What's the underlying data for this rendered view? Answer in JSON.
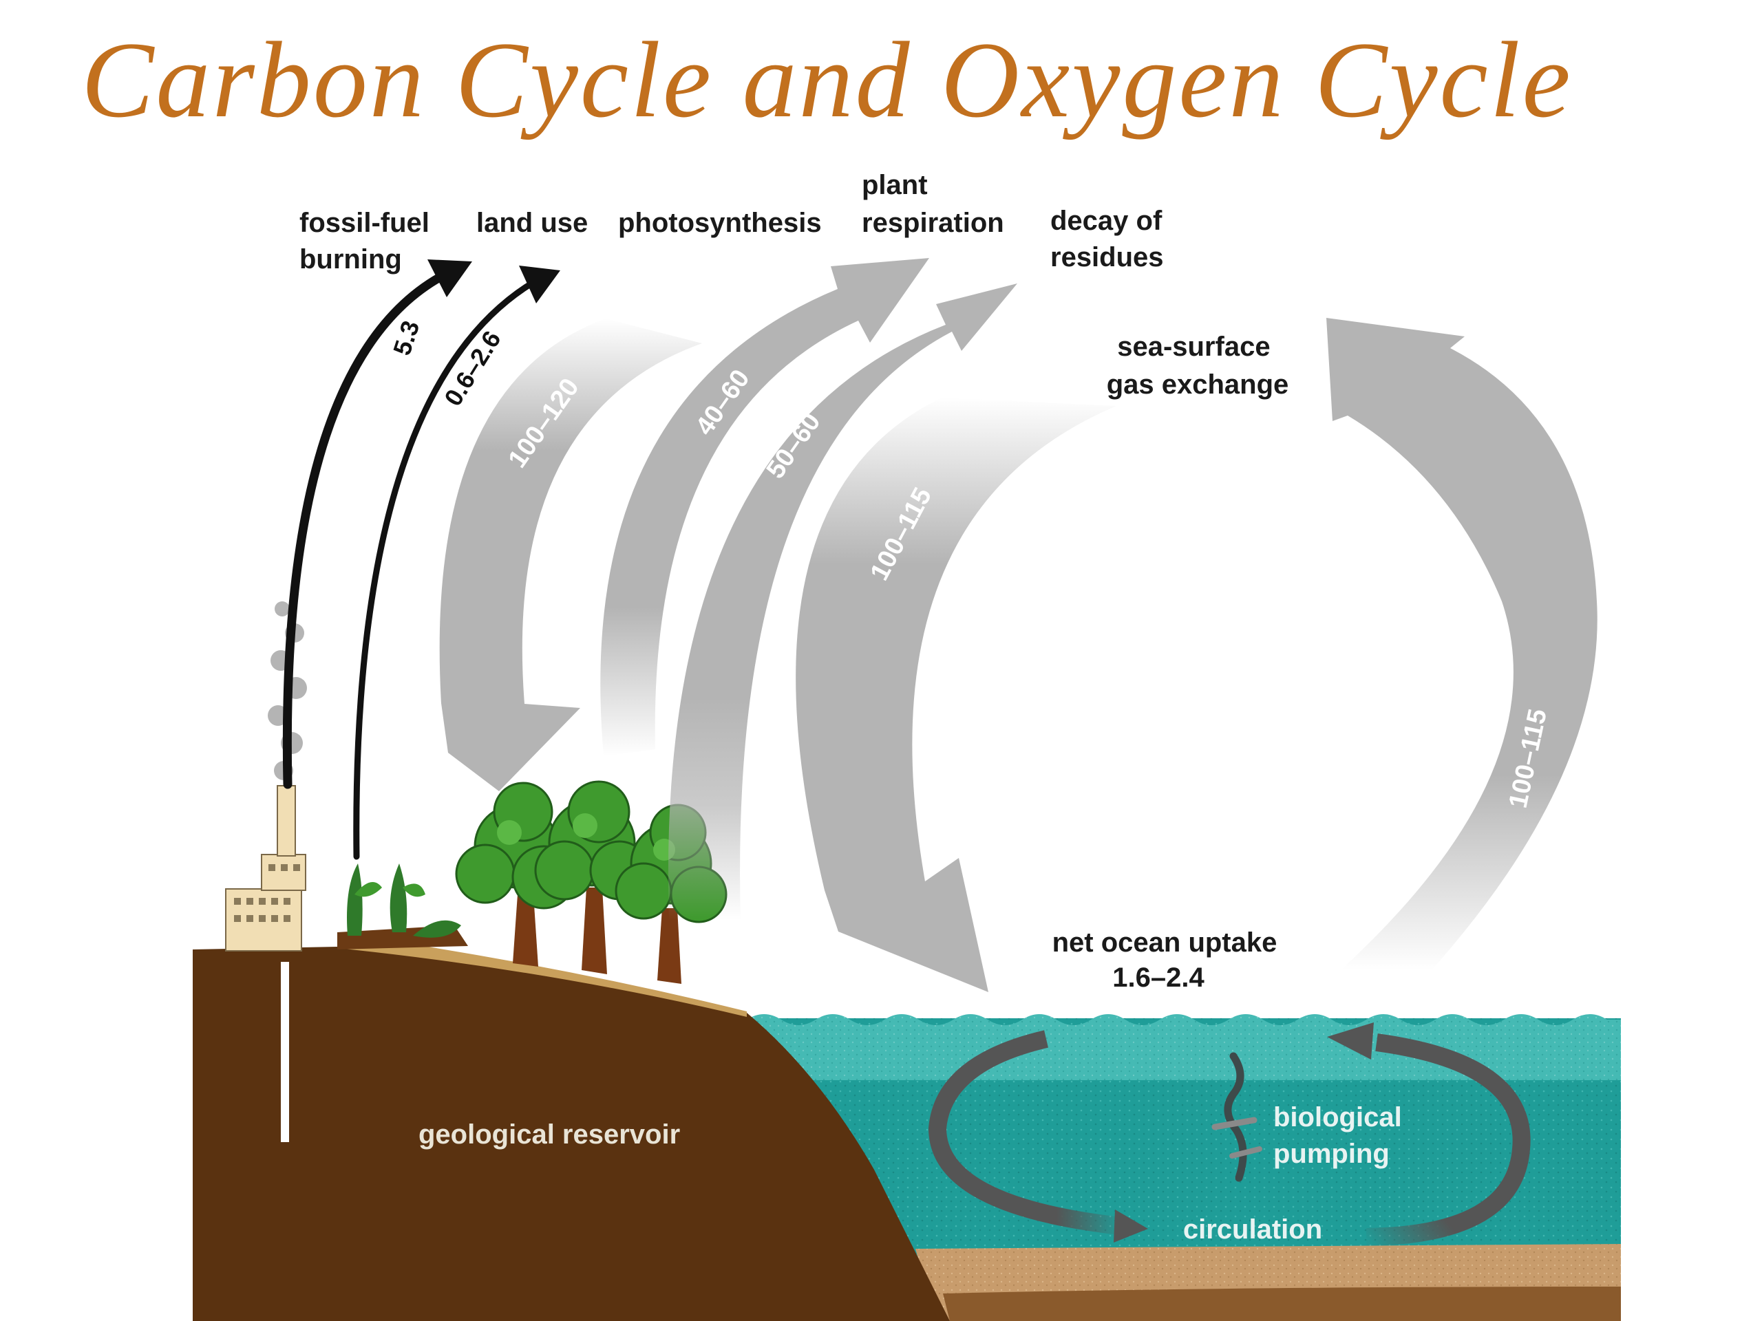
{
  "title": "Carbon Cycle and Oxygen Cycle",
  "colors": {
    "title": "#c2701e",
    "earth": "#5a3210",
    "ocean": "#1f9d98",
    "ocean_surface": "#45bab4",
    "sediment": "#c89c6c",
    "arrow_gray": "#b4b4b4",
    "arrow_black": "#111111",
    "circulation_arrow": "#555555",
    "foliage": "#3f9a2e"
  },
  "labels": {
    "fossil_fuel": [
      "fossil-fuel",
      "burning"
    ],
    "land_use": "land use",
    "photosynthesis": "photosynthesis",
    "plant_respiration": [
      "plant",
      "respiration"
    ],
    "decay": [
      "decay of",
      "residues"
    ],
    "sea_surface": [
      "sea-surface",
      "gas exchange"
    ],
    "net_ocean": "net ocean uptake",
    "net_ocean_value": "1.6–2.4",
    "geological": "geological reservoir",
    "biological": [
      "biological",
      "pumping"
    ],
    "circulation": "circulation"
  },
  "fluxes": {
    "fossil_fuel": "5.3",
    "land_use": "0.6–2.6",
    "photosynthesis": "100–120",
    "plant_respiration": "40–60",
    "decay": "50–60",
    "sea_to_ocean": "100–115",
    "ocean_to_air": "100–115"
  },
  "icons": [
    "factory-icon",
    "smoke-icon",
    "crops-icon",
    "tree-icon",
    "worm-icon"
  ]
}
